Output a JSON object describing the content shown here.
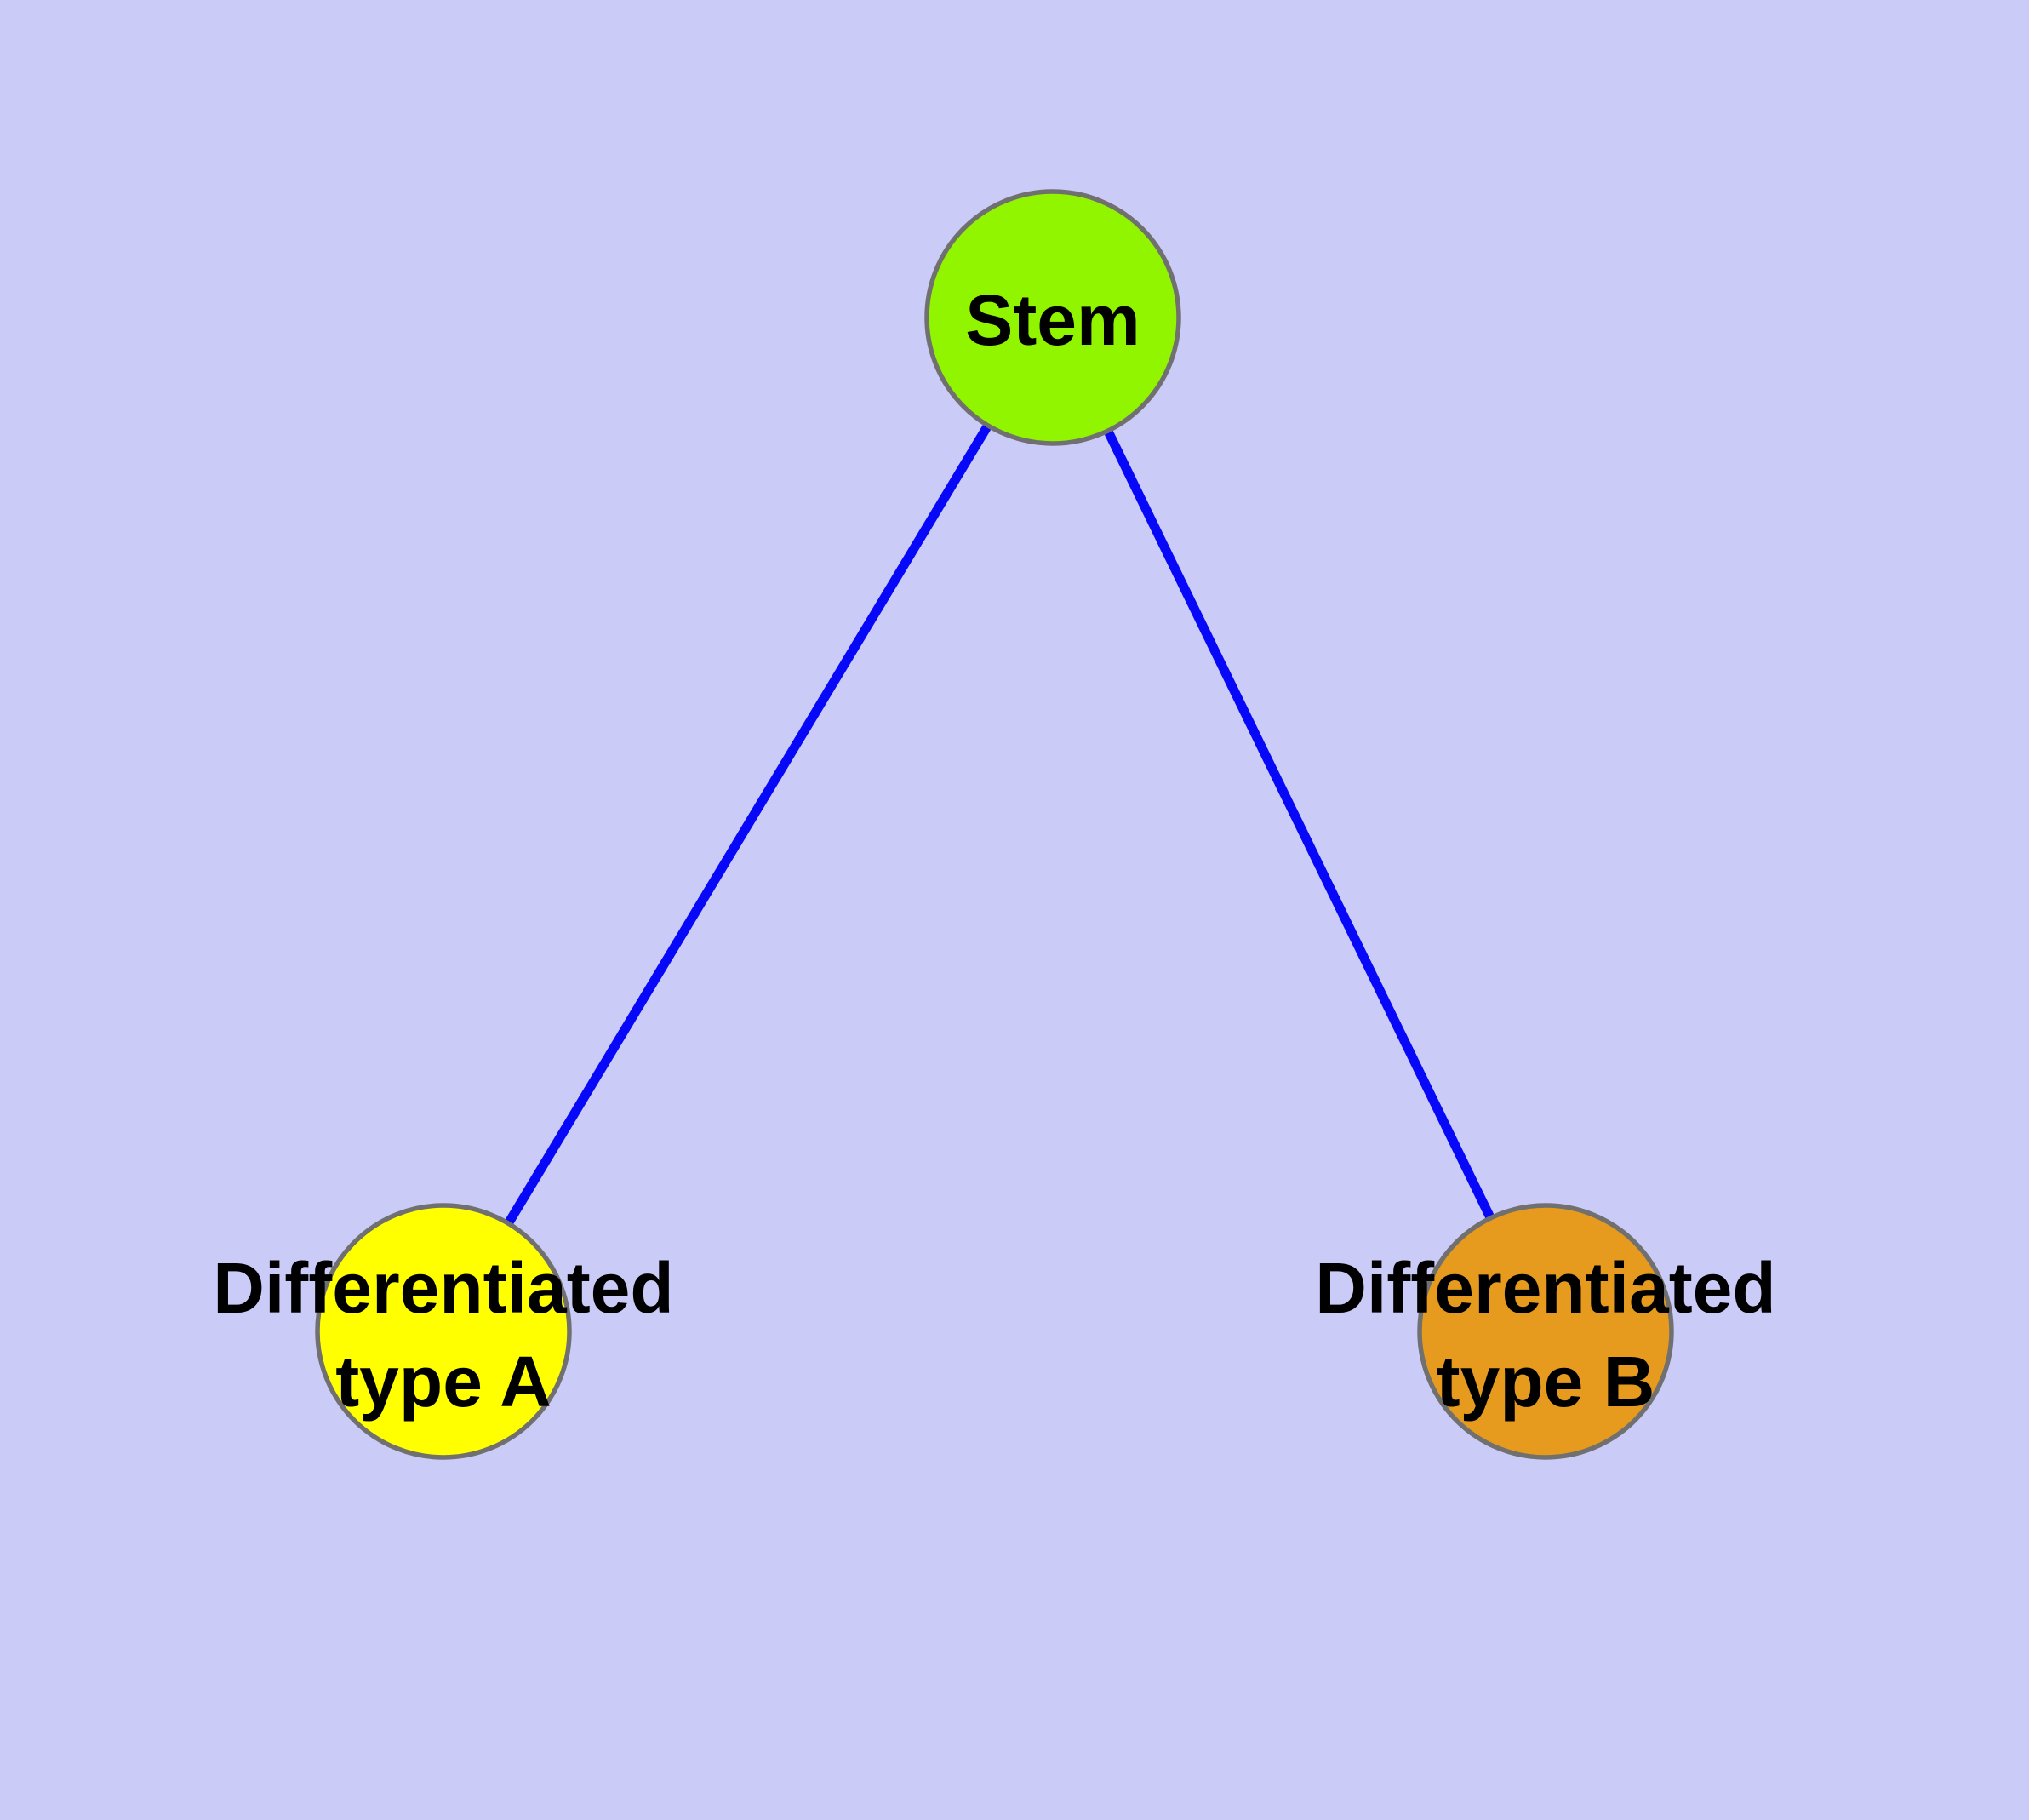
{
  "diagram": {
    "type": "graph",
    "colors": {
      "background": "#CBCBF8",
      "edge": "#0808F8",
      "node_border": "#707070",
      "label": "#000000"
    },
    "nodes": [
      {
        "id": "stem",
        "label": "Stem",
        "color": "#92F500"
      },
      {
        "id": "differentiated-type-a",
        "label": "Differentiated type A",
        "line1": "Differentiated",
        "line2": "type A",
        "color": "#FFFF00"
      },
      {
        "id": "differentiated-type-b",
        "label": "Differentiated type B",
        "line1": "Differentiated",
        "line2": "type B",
        "color": "#E69A1E"
      }
    ],
    "edges": [
      {
        "from": "Stem",
        "to": "Differentiated type A"
      },
      {
        "from": "Stem",
        "to": "Differentiated type B"
      }
    ]
  }
}
